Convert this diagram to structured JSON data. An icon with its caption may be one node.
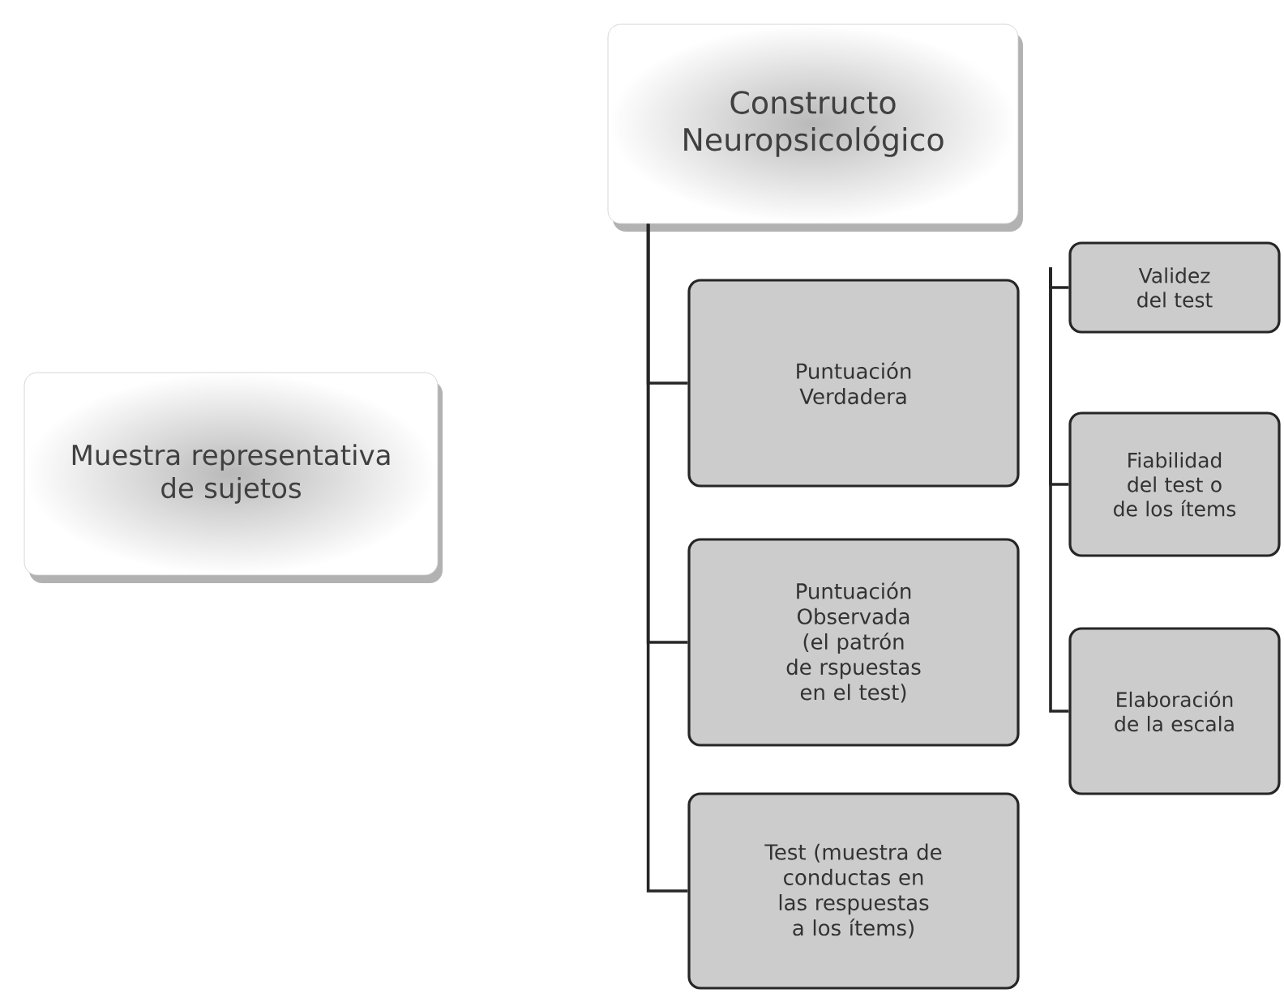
{
  "diagram": {
    "nodes": [
      {
        "text": [
          "Muestra representativa de sujetos"
        ]
      },
      {
        "text": [
          "Constructo Neuropsicológico"
        ]
      },
      {
        "text": [
          "Puntuación Verdadera"
        ]
      },
      {
        "text": [
          "Puntuación Observada (el patrón de rspuestas en el test)"
        ]
      },
      {
        "text": [
          "Test (muestra de conductas en las respuestas a los ítems)"
        ]
      },
      {
        "text": [
          "Validez del test"
        ]
      },
      {
        "text": [
          "Fiabilidad del test o de los ítems"
        ]
      },
      {
        "text": [
          "Elaboración de la escala"
        ]
      }
    ],
    "edges": [
      {
        "from": 1,
        "to": 2,
        "arrow": "none"
      },
      {
        "from": 1,
        "to": 3,
        "arrow": "none"
      },
      {
        "from": 1,
        "to": 4,
        "arrow": "none"
      },
      {
        "from": 1,
        "to": 5,
        "arrow": "none"
      },
      {
        "from": 1,
        "to": 6,
        "arrow": "none"
      },
      {
        "from": 1,
        "to": 7,
        "arrow": "none"
      }
    ]
  }
}
